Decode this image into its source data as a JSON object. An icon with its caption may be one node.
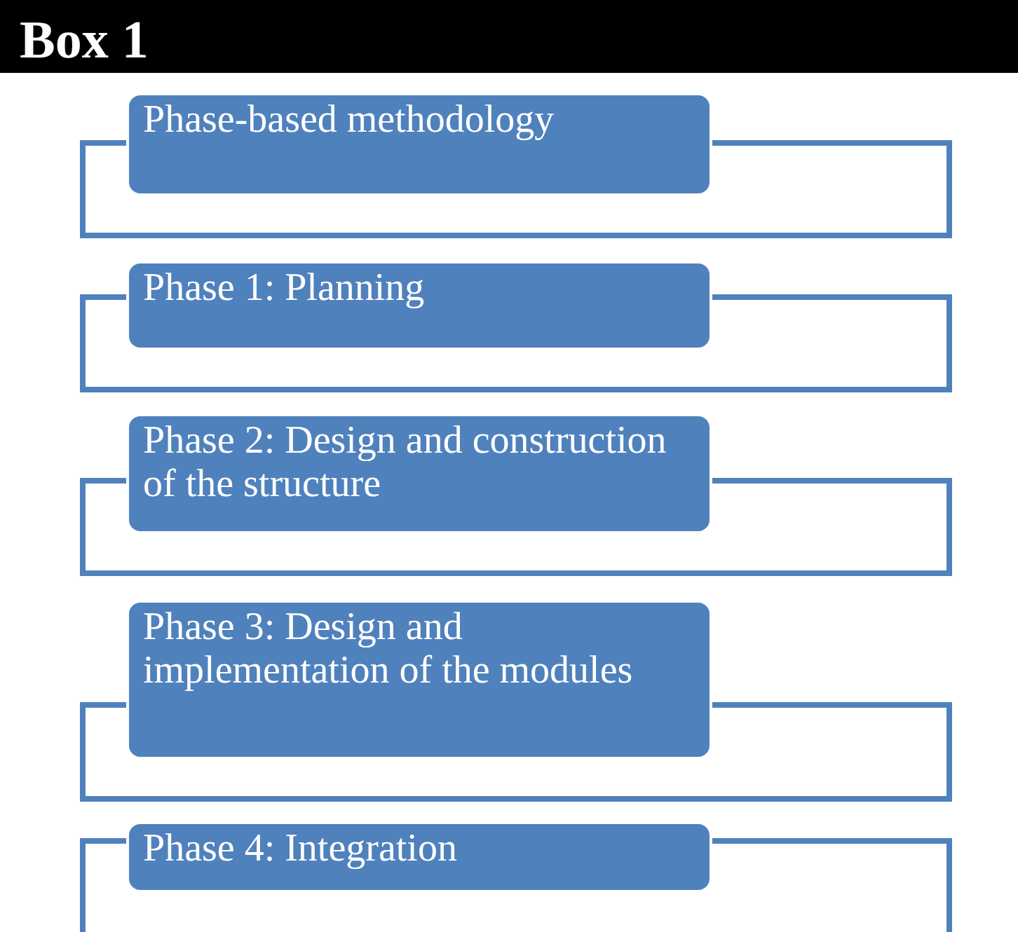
{
  "diagram": {
    "title": "Box 1",
    "nodes": [
      {
        "text": [
          "Phase-based methodology"
        ]
      },
      {
        "text": [
          "Phase 1: Planning"
        ]
      },
      {
        "text": [
          "Phase 2: Design and construction of the structure"
        ]
      },
      {
        "text": [
          "Phase 3: Design and implementation of the modules"
        ]
      },
      {
        "text": [
          "Phase 4: Integration"
        ]
      }
    ],
    "edges": []
  }
}
